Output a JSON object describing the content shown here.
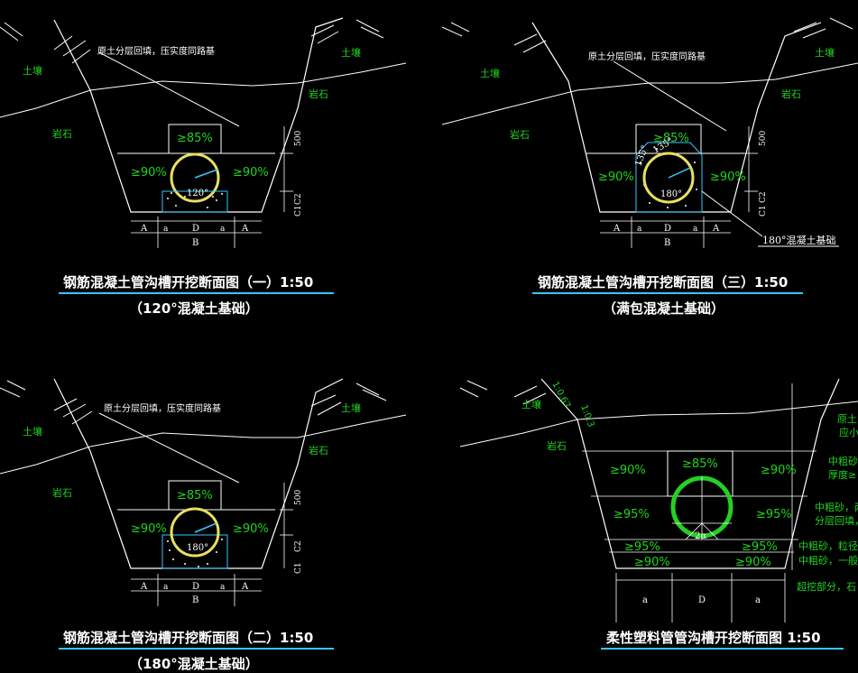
{
  "panels": [
    {
      "id": "p1",
      "fill_note": "原土分层回填，压实度同路基",
      "soil": "土壤",
      "rock_left": "岩石",
      "rock_right": "岩石",
      "top_compaction": "≥85%",
      "left_compaction": "≥90%",
      "right_compaction": "≥90%",
      "angle": "120°",
      "dim_500": "500",
      "dim_c2": "C2",
      "dim_c1": "C1",
      "dim_a": "A",
      "dim_aa": "a",
      "dim_d": "D",
      "dim_b": "B",
      "title": "钢筋混凝土管沟槽开挖断面图（一）1:50",
      "subtitle": "（120°混凝土基础）"
    },
    {
      "id": "p2",
      "fill_note": "原土分层回填，压实度同路基",
      "soil": "土壤",
      "rock_left": "岩石",
      "rock_right": "岩石",
      "top_compaction": "≥85%",
      "left_compaction": "≥90%",
      "right_compaction": "≥90%",
      "angle": "180°",
      "dim_500": "500",
      "dim_c2": "C2",
      "dim_c1": "C1",
      "dim_a": "A",
      "dim_aa": "a",
      "dim_d": "D",
      "dim_b": "B",
      "title": "钢筋混凝土管沟槽开挖断面图（二）1:50",
      "subtitle": "（180°混凝土基础）"
    },
    {
      "id": "p3",
      "fill_note": "原土分层回填，压实度同路基",
      "soil": "土壤",
      "rock_left": "岩石",
      "rock_right": "岩石",
      "top_compaction": "≥85%",
      "left_compaction": "≥90%",
      "right_compaction": "≥90%",
      "angle": "180°",
      "angle_a": "135°",
      "angle_b": "135°",
      "dim_500": "500",
      "dim_c2": "C2",
      "dim_c1": "C1",
      "dim_a": "A",
      "dim_aa": "a",
      "dim_d": "D",
      "dim_b": "B",
      "callout": "180°混凝土基础",
      "title": "钢筋混凝土管沟槽开挖断面图（三）1:50",
      "subtitle": "（满包混凝土基础）"
    },
    {
      "id": "p4",
      "slope_a": "1:0.67",
      "slope_b": "1:0.3",
      "soil": "土壤",
      "rock": "岩石",
      "top_compaction": "≥85%",
      "mid_left": "≥90%",
      "mid_right": "≥90%",
      "low_left": "≥95%",
      "low_right": "≥95%",
      "bed_left": "≥95%",
      "bed_right": "≥95%",
      "base_left": "≥90%",
      "base_right": "≥90%",
      "angle": "2α",
      "dim_a": "a",
      "dim_d": "D",
      "note1": "原土",
      "note2": "应小",
      "note3": "中粗砂",
      "note4": "厚度≥",
      "note5": "中粗砂，两",
      "note6": "分层回填，",
      "note7": "中粗砂，粒径",
      "note8": "中粗砂，一般",
      "note9": "超挖部分，石",
      "title": "柔性塑料管管沟槽开挖断面图 1:50"
    }
  ]
}
